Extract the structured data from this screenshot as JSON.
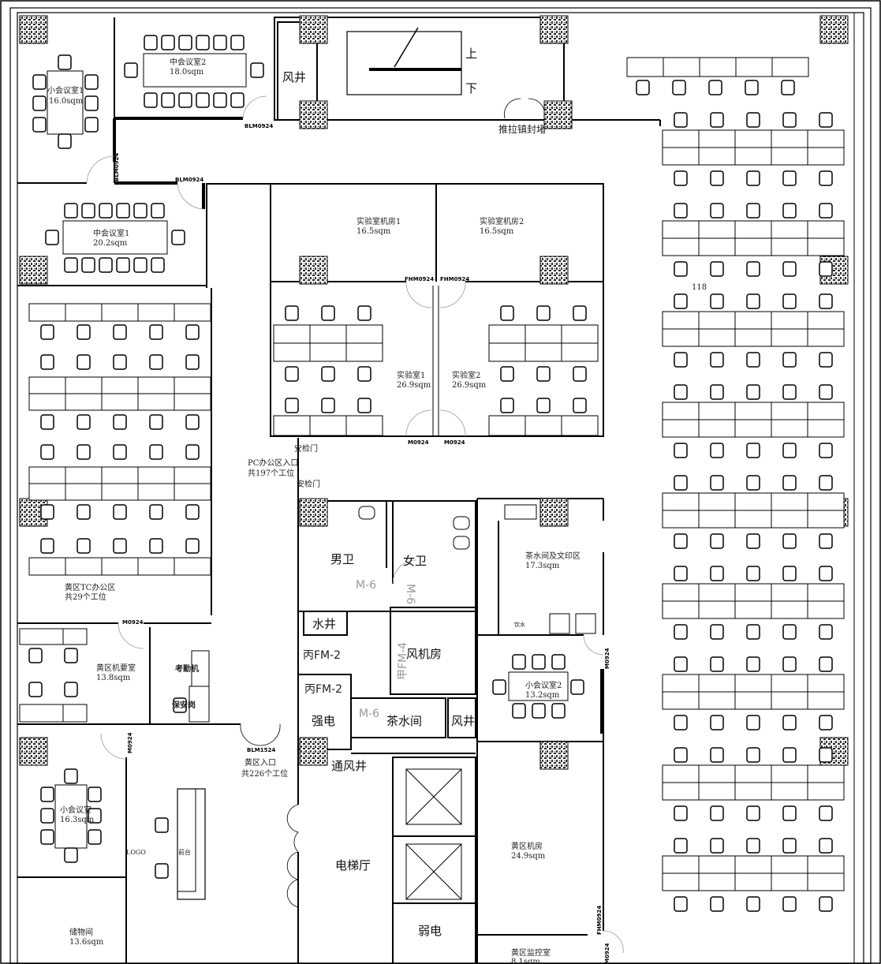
{
  "title": "办公区平面布置图",
  "rooms": {
    "small_meeting_1": {
      "name": "小会议室1",
      "area": "16.0sqm"
    },
    "mid_meeting_2": {
      "name": "中会议室2",
      "area": "18.0sqm"
    },
    "mid_meeting_1": {
      "name": "中会议室1",
      "area": "20.2sqm"
    },
    "lab_server_1": {
      "name": "实验室机房1",
      "area": "16.5sqm"
    },
    "lab_server_2": {
      "name": "实验室机房2",
      "area": "16.5sqm"
    },
    "lab_1": {
      "name": "实验室1",
      "area": "26.9sqm"
    },
    "lab_2": {
      "name": "实验室2",
      "area": "26.9sqm"
    },
    "tc_office": {
      "name": "黄区TC办公区",
      "seats": "共29个工位"
    },
    "pc_entrance": {
      "name": "PC办公区入口",
      "seats": "共197个工位"
    },
    "yellow_entrance": {
      "name": "黄区入口",
      "seats": "共226个工位"
    },
    "confidential_room": {
      "name": "黄区机要室",
      "area": "13.8sqm"
    },
    "attendance_machine": "考勤机",
    "security_post": "保安岗",
    "small_meeting": {
      "name": "小会议室",
      "area": "16.3sqm"
    },
    "storage": {
      "name": "储物间",
      "area": "13.6sqm"
    },
    "reception": "前台",
    "logo": "LOGO",
    "mens_wc": "男卫",
    "womens_wc": "女卫",
    "water_shaft": "水井",
    "fan_room": "风机房",
    "strong_power": "强电",
    "tea_room": "茶水间",
    "air_shaft": "风井",
    "vent_shaft": "通风井",
    "elevator_hall": "电梯厅",
    "weak_power": "弱电",
    "tea_print": {
      "name": "茶水间及文印区",
      "area": "17.3sqm"
    },
    "small_meeting_2": {
      "name": "小会议室2",
      "area": "13.2sqm"
    },
    "yellow_server": {
      "name": "黄区机房",
      "area": "24.9sqm"
    },
    "yellow_monitor": {
      "name": "黄区监控室",
      "area": "8.1sqm"
    },
    "open_office_right": {
      "count": "118"
    },
    "drinking_water": "饮水"
  },
  "stair": {
    "up": "上",
    "down": "下",
    "shaft": "风井",
    "sliding_door": "推拉镇封堵"
  },
  "doors": {
    "blm0924": "BLM0924",
    "blm1524": "BLM1524",
    "fhm0924": "FHM0924",
    "m0924": "M0924",
    "m6": "M-6",
    "fm2": "丙FM-2",
    "fm4": "甲FM-4",
    "security_gate": "安检门"
  }
}
